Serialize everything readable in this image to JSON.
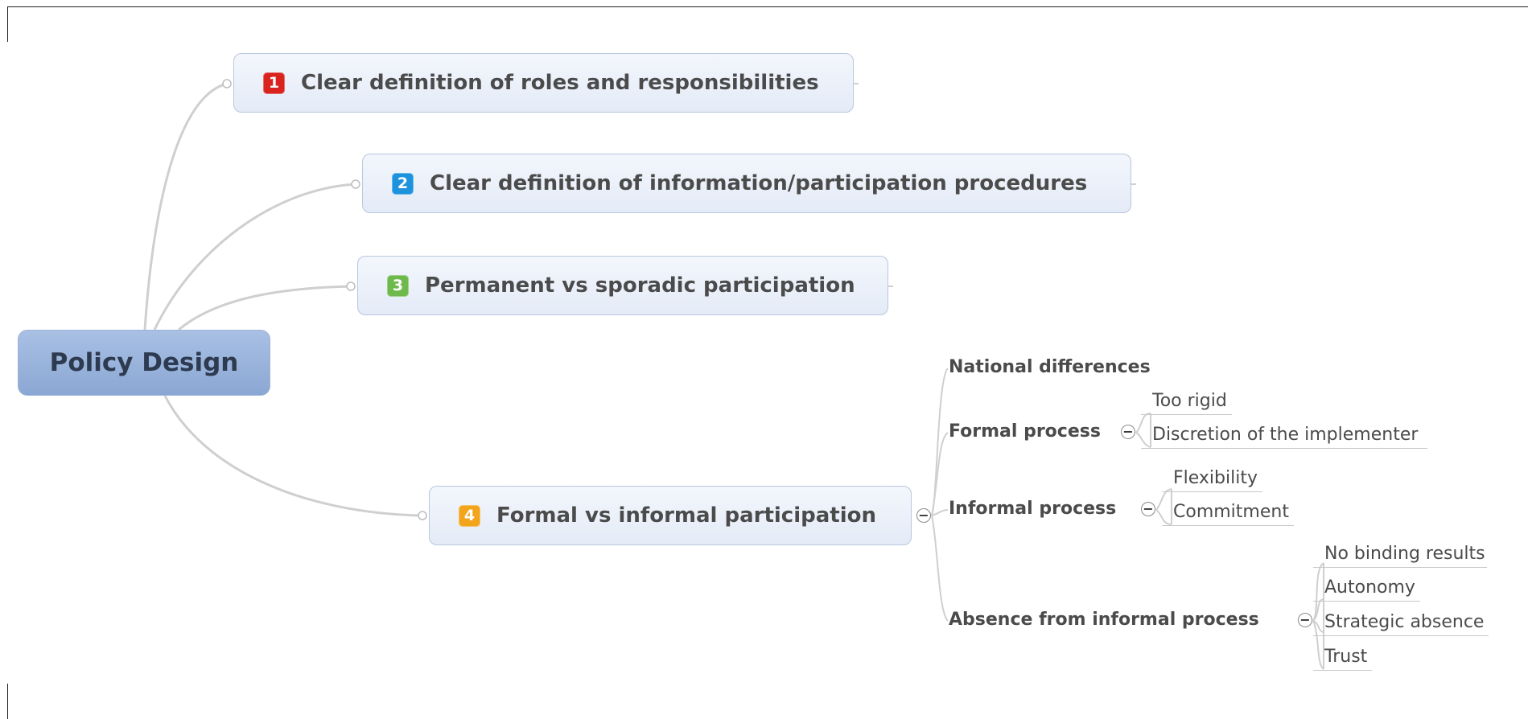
{
  "central": {
    "label": "Policy Design"
  },
  "topics": [
    {
      "marker": "1",
      "marker_color": "#d9231f",
      "label": "Clear definition of roles and responsibilities"
    },
    {
      "marker": "2",
      "marker_color": "#1d93dd",
      "label": "Clear definition of information/participation procedures"
    },
    {
      "marker": "3",
      "marker_color": "#6eb94b",
      "label": "Permanent vs sporadic participation"
    },
    {
      "marker": "4",
      "marker_color": "#f2a51b",
      "label": "Formal vs informal participation"
    }
  ],
  "subtopics": [
    {
      "label": "National differences"
    },
    {
      "label": "Formal process",
      "children": [
        "Too rigid",
        "Discretion of the implementer"
      ]
    },
    {
      "label": "Informal process",
      "children": [
        "Flexibility",
        "Commitment"
      ]
    },
    {
      "label": "Absence from informal process",
      "children": [
        "No binding results",
        "Autonomy",
        "Strategic absence",
        "Trust"
      ]
    }
  ],
  "collapse_symbol": "−"
}
